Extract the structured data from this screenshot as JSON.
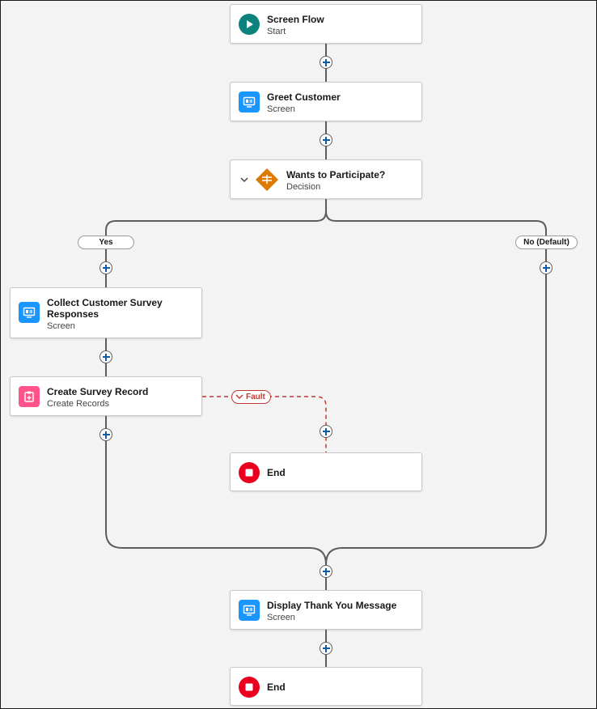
{
  "nodes": {
    "screen_flow": {
      "title": "Screen Flow",
      "subtitle": "Start",
      "icon": "play-icon",
      "color": "#0b827c"
    },
    "greet_customer": {
      "title": "Greet Customer",
      "subtitle": "Screen",
      "icon": "screen-icon",
      "color": "#1b96ff"
    },
    "wants_to_participate": {
      "title": "Wants to Participate?",
      "subtitle": "Decision",
      "icon": "decision-icon",
      "color": "#dd7a01"
    },
    "collect_survey": {
      "title": "Collect Customer Survey Responses",
      "subtitle": "Screen",
      "icon": "screen-icon",
      "color": "#1b96ff"
    },
    "create_survey_record": {
      "title": "Create Survey Record",
      "subtitle": "Create Records",
      "icon": "create-records-icon",
      "color": "#ff538a"
    },
    "fault_end": {
      "title": "End",
      "icon": "stop-icon",
      "color": "#ea001e"
    },
    "display_thank_you": {
      "title": "Display Thank You Message",
      "subtitle": "Screen",
      "icon": "screen-icon",
      "color": "#1b96ff"
    },
    "final_end": {
      "title": "End",
      "icon": "stop-icon",
      "color": "#ea001e"
    }
  },
  "branches": {
    "yes": "Yes",
    "no_default": "No (Default)"
  },
  "fault": {
    "label": "Fault",
    "color": "#c23934"
  },
  "connector_color": "#5c5c5c"
}
